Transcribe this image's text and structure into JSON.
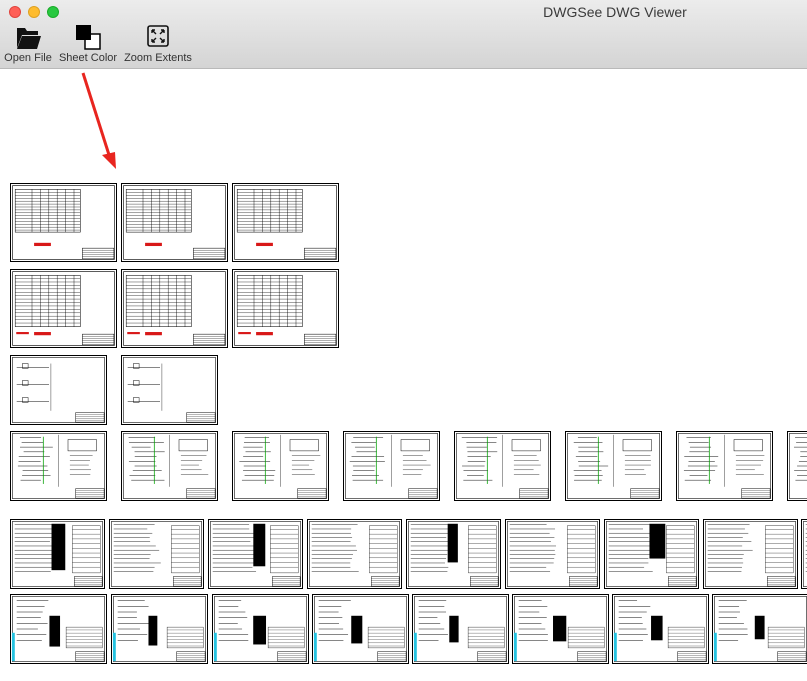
{
  "window": {
    "title": "DWGSee DWG Viewer"
  },
  "toolbar": {
    "open_file": "Open File",
    "sheet_color": "Sheet Color",
    "zoom_extents": "Zoom Extents"
  },
  "colors": {
    "accent_arrow": "#e8251f",
    "sheet_border": "#000000",
    "green_marks": "#00a000",
    "cyan_marks": "#25c2e0",
    "red_marks": "#d81818"
  },
  "icons": {
    "open_file": "folder-icon",
    "sheet_color": "color-squares-icon",
    "zoom_extents": "zoom-extents-icon"
  }
}
